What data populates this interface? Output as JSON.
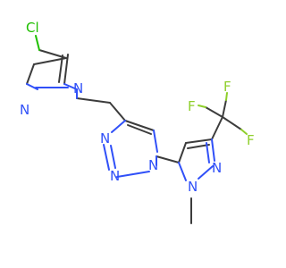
{
  "colors": {
    "carbon_bond": "#3c3c3c",
    "nitrogen": "#3050F8",
    "chlorine": "#1FBF00",
    "fluorine": "#8FCF2C",
    "background": "#ffffff"
  },
  "atoms": {
    "cl": "Cl",
    "n_pyr1_a": "N",
    "n_pyr1_b": "N",
    "n_tri_a": "N",
    "n_tri_b": "N",
    "n_tri_c": "N",
    "n_pyr2_a": "N",
    "n_pyr2_b": "N",
    "f1": "F",
    "f2": "F",
    "f3": "F"
  }
}
